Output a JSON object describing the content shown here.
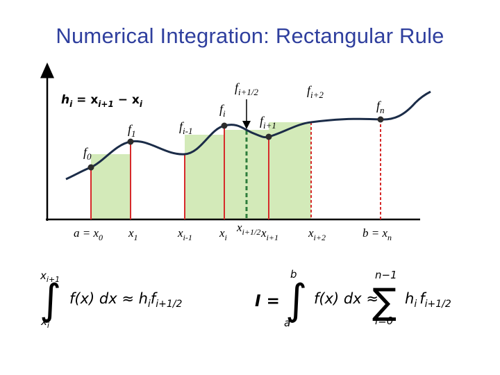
{
  "slide": {
    "title": "Numerical Integration: Rectangular Rule"
  },
  "diagram": {
    "step_label": {
      "h": "h",
      "h_sub": "i",
      "eq": " = x",
      "x1_sub": "i+1",
      "minus": " − x",
      "x2_sub": "i"
    },
    "f_labels": {
      "f0": {
        "base": "f",
        "sub": "0"
      },
      "f1": {
        "base": "f",
        "sub": "1"
      },
      "fim1": {
        "base": "f",
        "sub": "i-1"
      },
      "fi": {
        "base": "f",
        "sub": "i"
      },
      "fhalf": {
        "base": "f",
        "sub": "i+1/2"
      },
      "fip1": {
        "base": "f",
        "sub": "i+1"
      },
      "fip2": {
        "base": "f",
        "sub": "i+2"
      },
      "fn": {
        "base": "f",
        "sub": "n"
      }
    },
    "x_labels": {
      "a": {
        "pre": "a = x",
        "sub": "0"
      },
      "x1": {
        "pre": "x",
        "sub": "1"
      },
      "xim1": {
        "pre": "x",
        "sub": "i-1"
      },
      "xi": {
        "pre": "x",
        "sub": "i"
      },
      "xhalf": {
        "pre": "x",
        "sub": "i+1/2"
      },
      "xip1": {
        "pre": "x",
        "sub": "i+1"
      },
      "xip2": {
        "pre": "x",
        "sub": "i+2"
      },
      "b": {
        "pre": "b = x",
        "sub": "n"
      }
    },
    "colors": {
      "fill": "#d3eab9",
      "curve": "#1b2c48",
      "ordinate": "#d62a2a",
      "dashed": "#2e7d3c",
      "axis": "#000000"
    }
  },
  "formulas": {
    "left": {
      "upper": "x",
      "upper_sub": "i+1",
      "lower": "x",
      "lower_sub": "i",
      "integrand": "f(x) dx ≈ h",
      "h_sub": "i",
      "f": "f",
      "f_sub": "i+1/2"
    },
    "right": {
      "I": "I = ",
      "upper": "b",
      "lower": "a",
      "integrand": "f(x) dx ≈ ",
      "sum_upper": "n−1",
      "sum_lower": "i=0",
      "h": "h",
      "h_sub": "i",
      "f": "f",
      "f_sub": "i+1/2"
    }
  }
}
